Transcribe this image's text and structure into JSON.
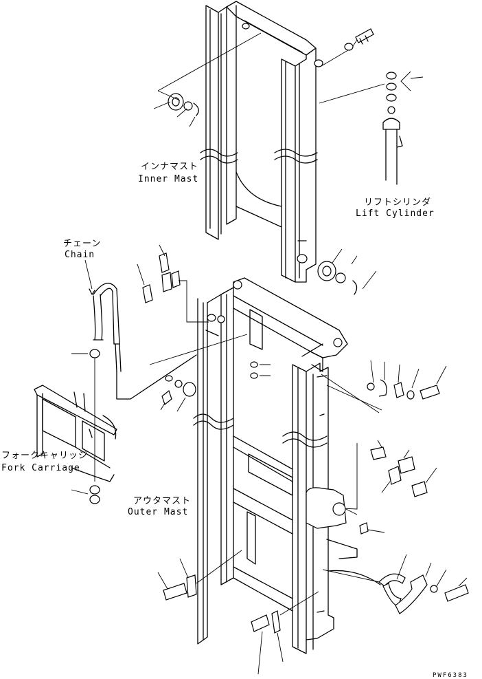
{
  "labels": {
    "inner_mast_jp": "インナマスト",
    "inner_mast_en": "Inner Mast",
    "lift_cylinder_jp": "リフトシリンダ",
    "lift_cylinder_en": "Lift Cylinder",
    "chain_jp": "チェーン",
    "chain_en": "Chain",
    "fork_carriage_jp": "フォークキャリッジ",
    "fork_carriage_en": "Fork Carriage",
    "outer_mast_jp": "アウタマスト",
    "outer_mast_en": "Outer Mast"
  },
  "drawing_code": "PWF6383"
}
